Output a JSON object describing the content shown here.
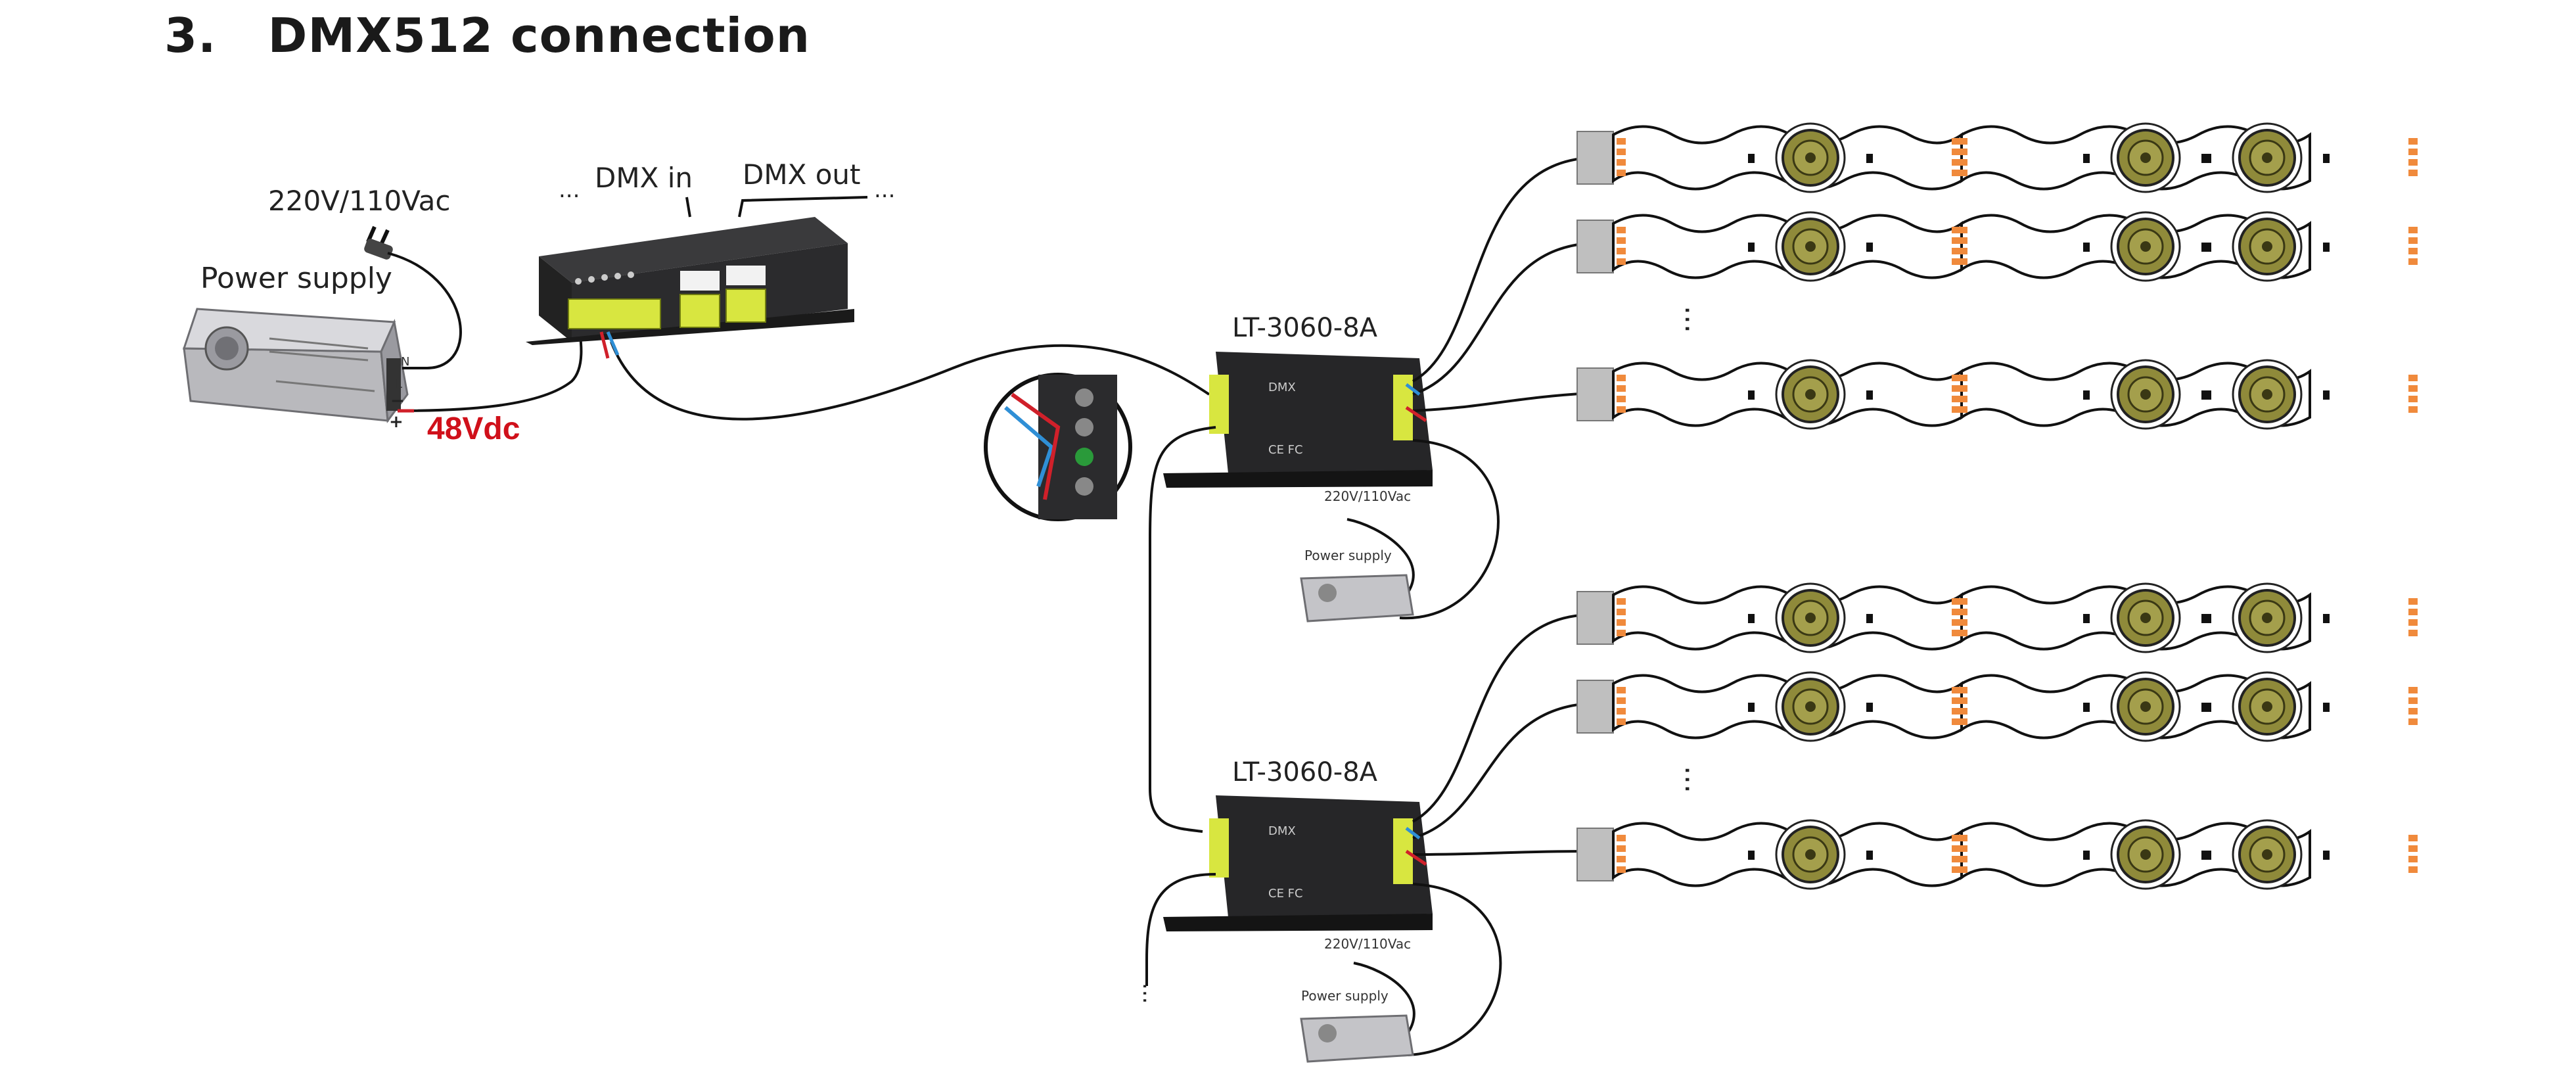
{
  "page": {
    "section_number": "3",
    "title": "DMX512 connection"
  },
  "labels": {
    "mains_voltage": "220V/110Vac",
    "power_supply": "Power supply",
    "dmx_in": "DMX in",
    "dmx_out": "DMX out",
    "output_voltage": "48Vdc",
    "decoder_model_1": "LT-3060-8A",
    "decoder_model_2": "LT-3060-8A",
    "small_mains_1": "220V/110Vac",
    "small_power_supply_1": "Power supply",
    "small_mains_2": "220V/110Vac",
    "small_power_supply_2": "Power supply",
    "ellipsis": "..."
  },
  "colors": {
    "wire": "#111111",
    "dmx_wire_blue": "#2f8fd6",
    "dmx_wire_red": "#d0202a",
    "device_body": "#2b2b2b",
    "terminal": "#d8e640",
    "strip_board": "#ffffff",
    "led_lens": "#8f8a3a",
    "led_chip": "#f08a3c",
    "accent_red": "#d0101a"
  },
  "icons": [
    "plug-icon",
    "power-supply-icon",
    "dmx-decoder-icon",
    "led-strip-icon",
    "zoom-inset-icon"
  ]
}
